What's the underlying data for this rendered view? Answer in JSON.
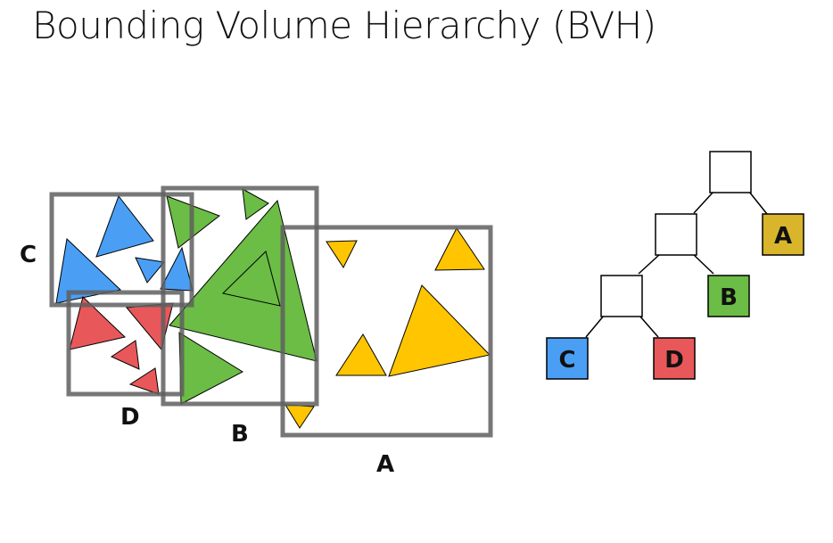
{
  "title": "Bounding Volume Hierarchy (BVH)",
  "colors": {
    "blue": "#4a9ff5",
    "green": "#6bbd45",
    "red": "#e8585a",
    "yellow": "#ffc500",
    "leaf_a": "#d9b52b",
    "box": "#6a6a6a"
  },
  "regions": {
    "a": "A",
    "b": "B",
    "c": "C",
    "d": "D"
  },
  "tree": {
    "leaf_a": "A",
    "leaf_b": "B",
    "leaf_c": "C",
    "leaf_d": "D"
  }
}
